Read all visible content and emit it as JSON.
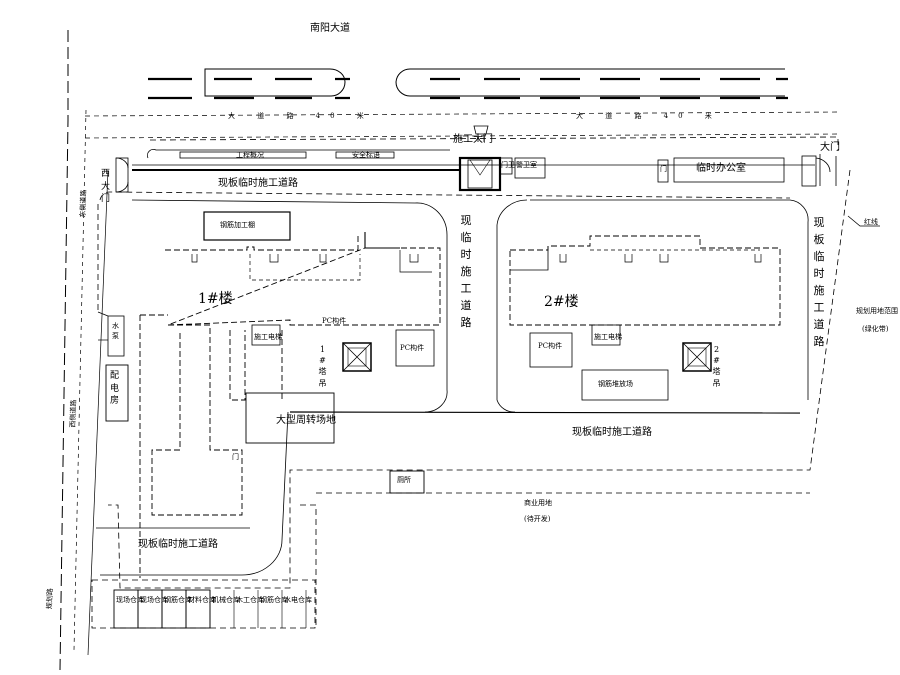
{
  "labels": {
    "top_street": "南阳大道",
    "avenue_left": "大 道 路 40 米",
    "avenue_right": "大 道 路 40 米",
    "gate_main": "施工大门",
    "gate_east": "大门",
    "gate_west": "西大门",
    "temp_road_top": "现板临时施工道路",
    "temp_road_middle": "现临时施工道路",
    "temp_road_right": "现板临时施工道路",
    "temp_road_bottom": "现板临时施工道路",
    "temp_road_lower_left": "现板临时施工道路",
    "building_1": "1#楼",
    "building_2": "2#楼",
    "office": "临时办公室",
    "guard_house": "警卫室",
    "guard_label_top": "门卫",
    "top_left_sign": "工程概况",
    "top_mid_sign": "安全标语",
    "processing_yard": "钢筋加工棚",
    "crane_1": "1#塔吊",
    "crane_2": "2#塔吊",
    "pc_1": "PC构件",
    "pc_2": "PC构件",
    "pc_3": "PC构件",
    "lift_1": "施工电梯",
    "lift_2": "施工电梯",
    "material_yard": "钢筋堆放场",
    "fire_area": "大型周转场地",
    "toilet": "厕所",
    "electric": "配电房",
    "east_plot": "规划用地范围",
    "east_plot_sub": "(绿化带)",
    "south_plot": "商业用地",
    "south_plot_sub": "(待开发)",
    "water_tank": "水泵",
    "red_line": "红线",
    "east_boundary": "东侧道路",
    "west_street": "西侧道路",
    "west_street2": "规划路",
    "small_lbl_a": "门",
    "small_lbl_b": "门",
    "sheds": [
      "现场仓库",
      "现场仓库",
      "钢筋仓库",
      "材料仓库",
      "机械仓库",
      "木工仓库",
      "钢筋仓库",
      "水电仓库"
    ]
  }
}
